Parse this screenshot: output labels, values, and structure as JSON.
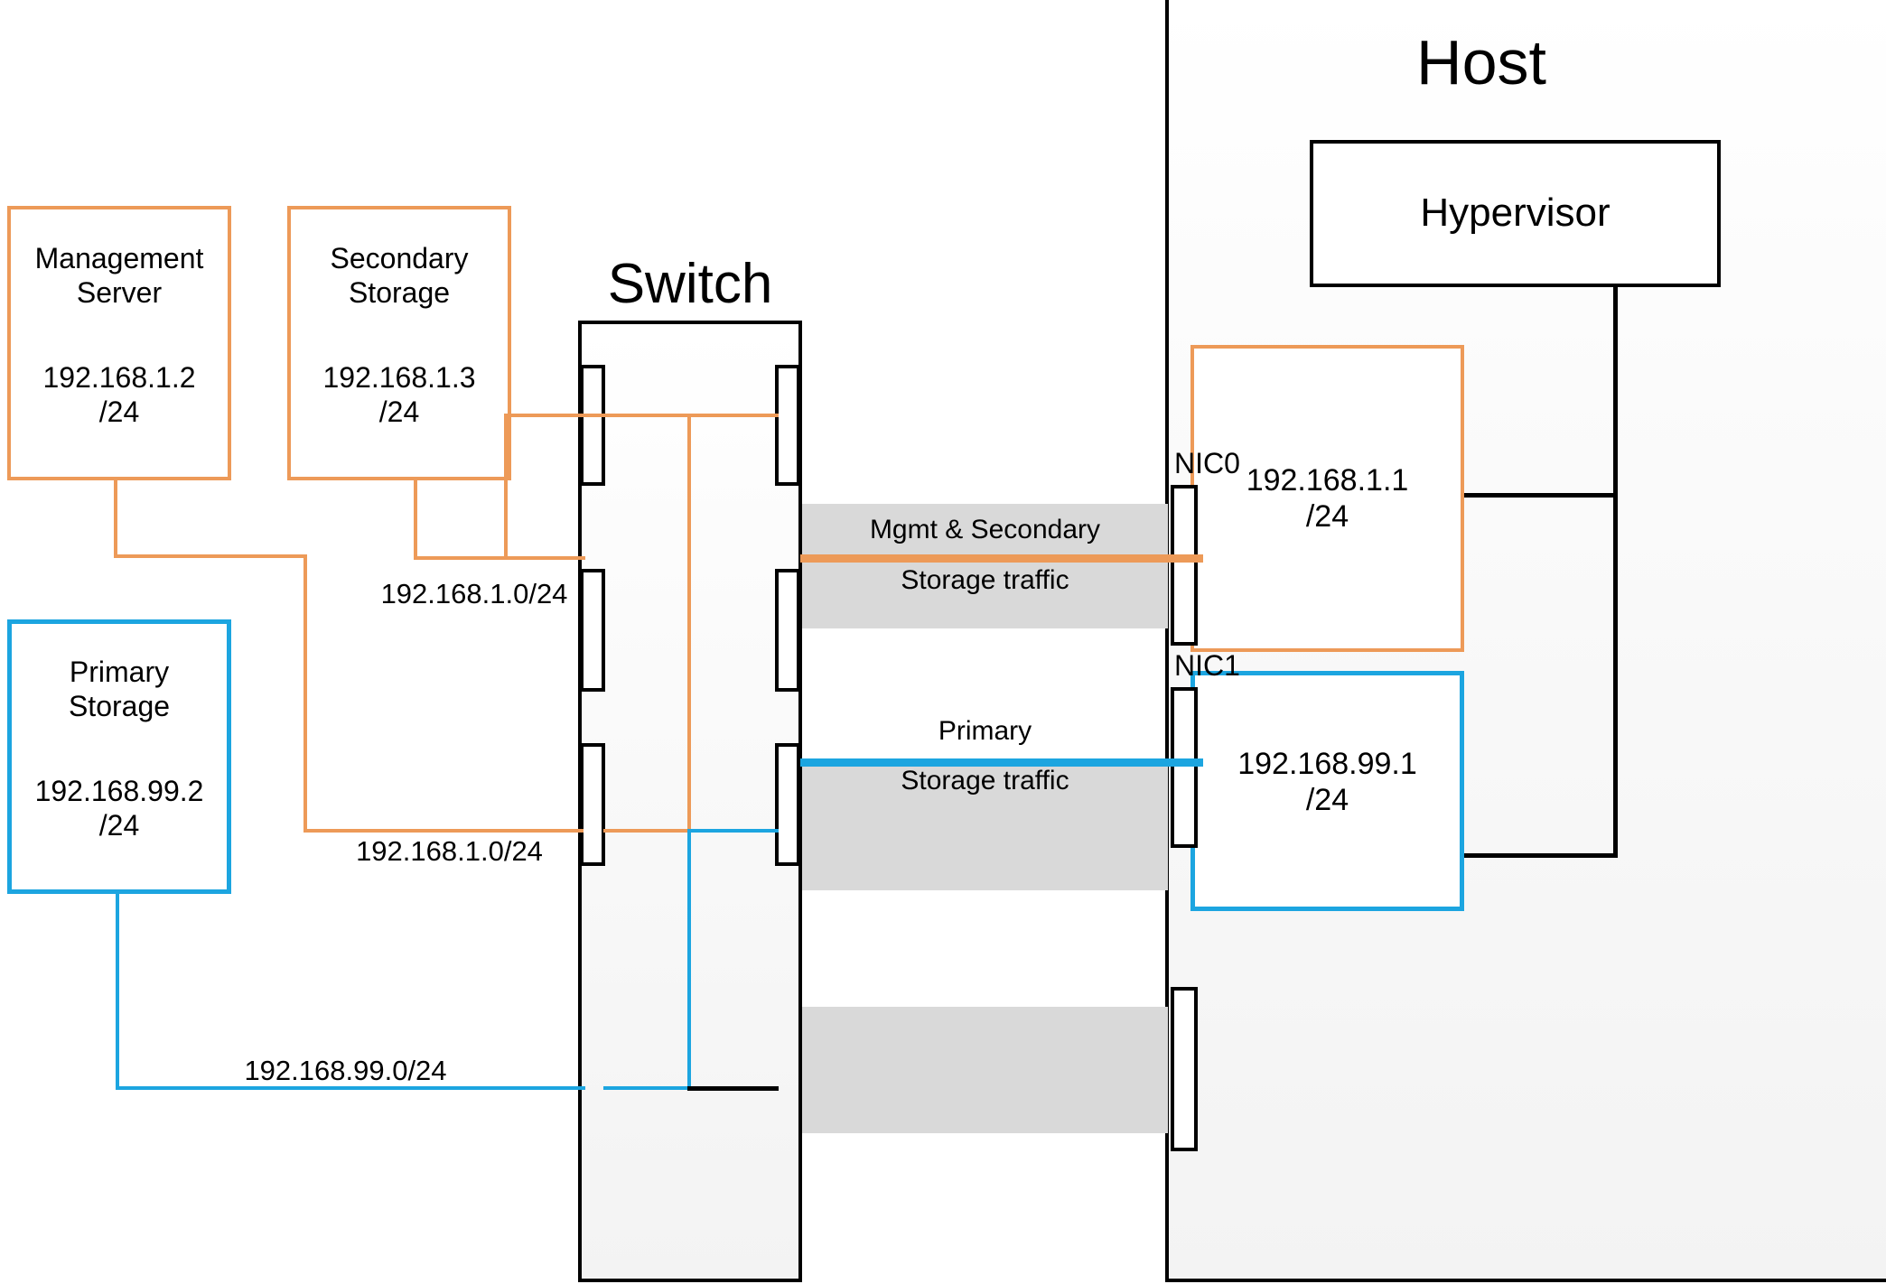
{
  "diagram": {
    "title_switch": "Switch",
    "title_host": "Host",
    "hypervisor": "Hypervisor"
  },
  "nodes": [
    {
      "id": "mgmt-server",
      "name": "Management\nServer",
      "ip": "192.168.1.2\n/24",
      "color": "#ED9A58"
    },
    {
      "id": "secondary-storage",
      "name": "Secondary\nStorage",
      "ip": "192.168.1.3\n/24",
      "color": "#ED9A58"
    },
    {
      "id": "primary-storage",
      "name": "Primary\nStorage",
      "ip": "192.168.99.2\n/24",
      "color": "#1CA5E0"
    }
  ],
  "host": {
    "label": "Host",
    "hypervisor_label": "Hypervisor",
    "nics": [
      {
        "id": "nic0",
        "label": "NIC0"
      },
      {
        "id": "nic1",
        "label": "NIC1"
      }
    ],
    "vnics": [
      {
        "id": "vnic-mgmt",
        "ip": "192.168.1.1\n/24",
        "color": "#ED9A58"
      },
      {
        "id": "vnic-storage",
        "ip": "192.168.99.1\n/24",
        "color": "#1CA5E0"
      }
    ]
  },
  "network_labels": [
    {
      "id": "mgmt-subnet-upper",
      "text": "192.168.1.0/24"
    },
    {
      "id": "mgmt-subnet-lower",
      "text": "192.168.1.0/24"
    },
    {
      "id": "storage-subnet",
      "text": "192.168.99.0/24"
    }
  ],
  "traffic_bands": [
    {
      "id": "mgmt-secondary-traffic",
      "line1": "Mgmt & Secondary",
      "line2": "Storage traffic",
      "color": "#ED9A58"
    },
    {
      "id": "primary-traffic",
      "line1": "Primary",
      "line2": "Storage traffic",
      "color": "#1CA5E0"
    },
    {
      "id": "unlabelled-traffic",
      "line1": "",
      "line2": "",
      "color": "#d9d9d9"
    }
  ],
  "colors": {
    "orange": "#ED9A58",
    "blue": "#1CA5E0",
    "black": "#000000",
    "band_gray": "#d9d9d9",
    "panel_gray": "#f2f2f2"
  }
}
